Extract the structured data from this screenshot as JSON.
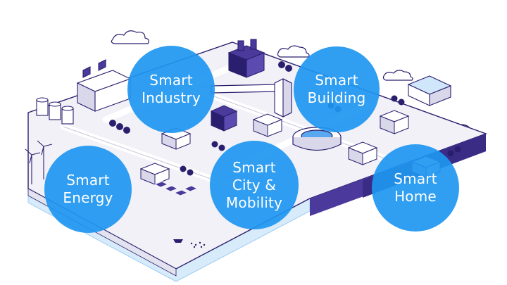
{
  "bubbles": {
    "industry": {
      "lines": [
        "Smart",
        "Industry"
      ]
    },
    "building": {
      "lines": [
        "Smart",
        "Building"
      ]
    },
    "energy": {
      "lines": [
        "Smart",
        "Energy"
      ]
    },
    "city": {
      "lines": [
        "Smart",
        "City &",
        "Mobility"
      ]
    },
    "home": {
      "lines": [
        "Smart",
        "Home"
      ]
    }
  },
  "colors": {
    "bubble": "#1e96f0",
    "outline": "#2a1f6e",
    "accent": "#4b3a9c",
    "water": "#d7ebfb",
    "ground": "#f1f1f7"
  }
}
